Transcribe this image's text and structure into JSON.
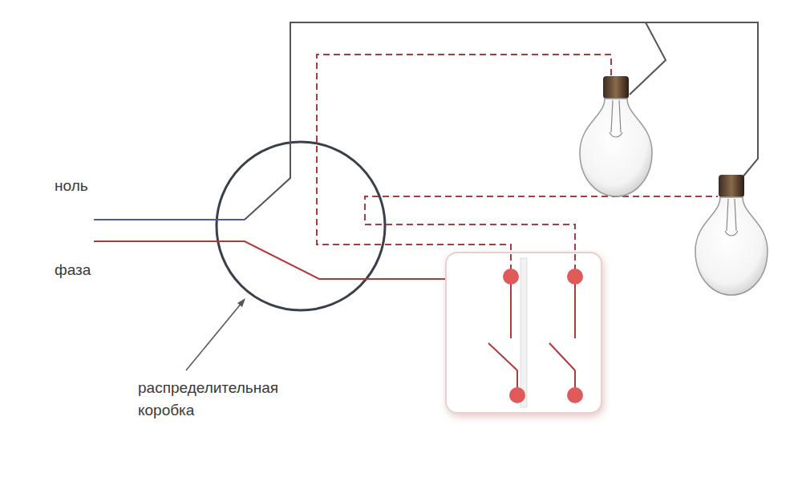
{
  "diagram": {
    "labels": [
      "ноль",
      "фаза",
      "распределительная коробка"
    ]
  }
}
